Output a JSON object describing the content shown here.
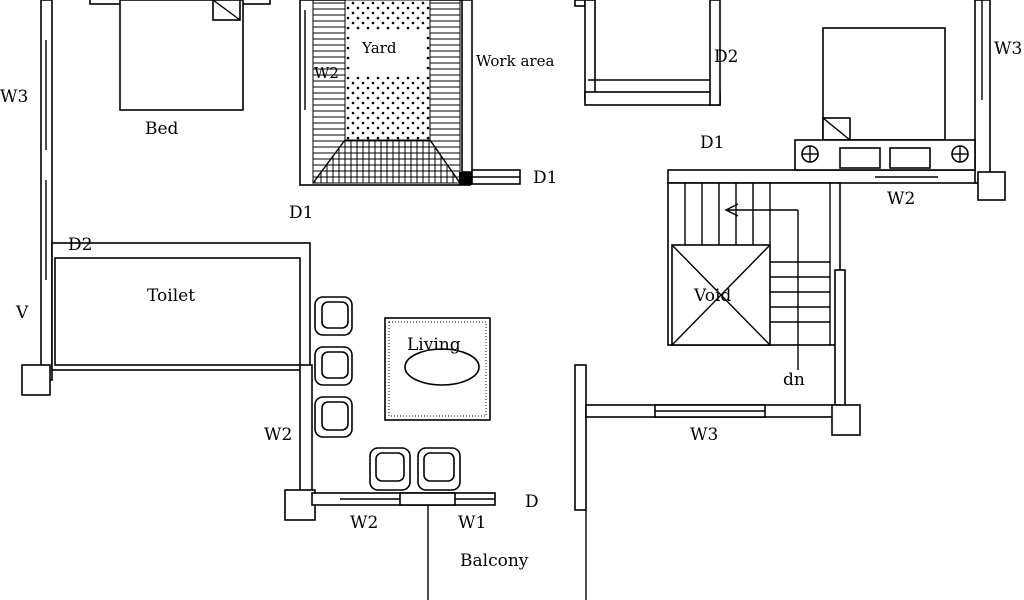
{
  "plan": {
    "labels": {
      "bed": "Bed",
      "yard": "Yard",
      "yard_window": "W2",
      "work_area": "Work area",
      "work_door": "D1",
      "left_window": "W3",
      "top_room_door": "D2",
      "right_door": "D1",
      "right_window_top": "W3",
      "right_window_w2": "W2",
      "center_door": "D1",
      "toilet_door": "D2",
      "toilet": "Toilet",
      "ventilator": "V",
      "living": "Living",
      "void": "Void",
      "stairs_down": "dn",
      "living_window": "W2",
      "right_bottom_window": "W3",
      "balcony_window_w2": "W2",
      "balcony_window_w1": "W1",
      "balcony_door": "D",
      "balcony": "Balcony"
    }
  }
}
